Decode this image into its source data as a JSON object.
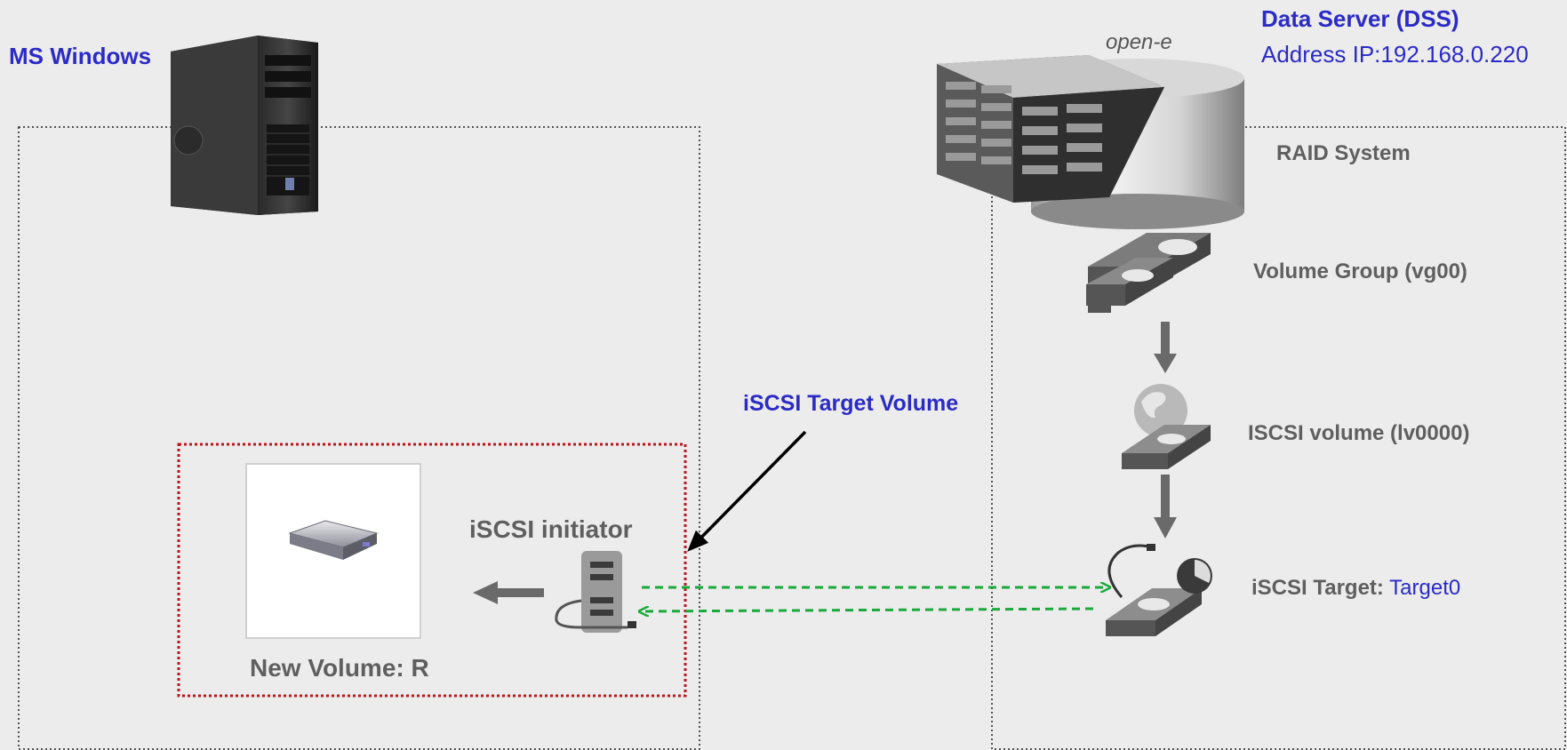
{
  "client": {
    "title": "MS Windows",
    "drive_label": "New Volume: R",
    "initiator_label": "iSCSI initiator"
  },
  "connection": {
    "label": "iSCSI Target Volume"
  },
  "server": {
    "title": "Data Server (DSS)",
    "address": "Address IP:192.168.0.220",
    "brand": "open-e",
    "raid_label": "RAID System",
    "volume_group_label": "Volume Group (vg00)",
    "iscsi_volume_label": "ISCSI volume (lv0000)",
    "target_prefix": "iSCSI Target:",
    "target_name": "Target0"
  },
  "colors": {
    "title_blue": "#2b2bc6",
    "label_gray": "#5f5f5f",
    "link_green": "#1aaa3c",
    "client_box_red": "#c0141e"
  },
  "icons": [
    "tower-pc-icon",
    "raid-storage-icon",
    "disk-drive-icon",
    "initiator-icon",
    "volume-group-icon",
    "iscsi-volume-icon",
    "iscsi-target-icon"
  ]
}
